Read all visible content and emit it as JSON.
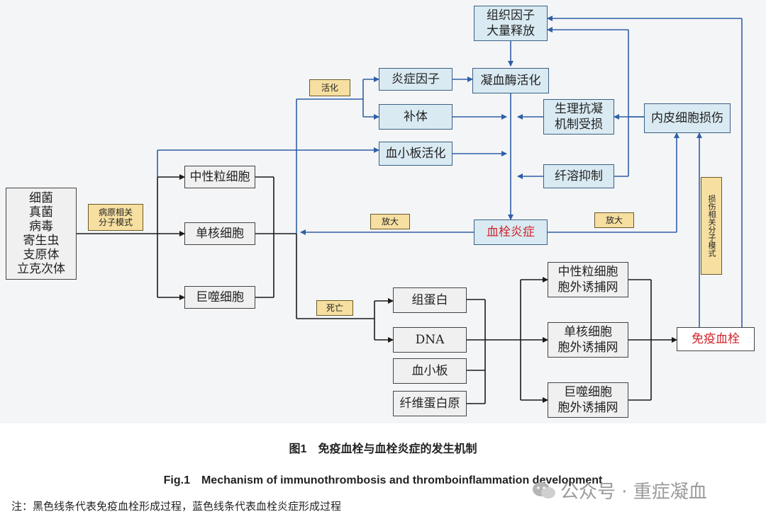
{
  "nodes": {
    "pathogens": "细菌\n真菌\n病毒\n寄生虫\n支原体\n立克次体",
    "neutrophil": "中性粒细胞",
    "monocyte": "单核细胞",
    "macrophage": "巨噬细胞",
    "tissue_factor": "组织因子\n大量释放",
    "inflammatory_factors": "炎症因子",
    "coagulase_activation": "凝血酶活化",
    "complement": "补体",
    "anticoag_damaged": "生理抗凝\n机制受损",
    "endothelial_damage": "内皮细胞损伤",
    "platelet_activation": "血小板活化",
    "fibrinolysis_inhibition": "纤溶抑制",
    "thromboinflammation": "血栓炎症",
    "histone": "组蛋白",
    "dna": "DNA",
    "platelet": "血小板",
    "fibrinogen": "纤维蛋白原",
    "net_neutrophil": "中性粒细胞\n胞外诱捕网",
    "net_monocyte": "单核细胞\n胞外诱捕网",
    "net_macrophage": "巨噬细胞\n胞外诱捕网",
    "immunothrombosis": "免疫血栓"
  },
  "tags": {
    "pamp": "病原相关\n分子模式",
    "activation": "活化",
    "amplify_left": "放大",
    "amplify_right": "放大",
    "death": "死亡",
    "damp": "损伤相关分子模式"
  },
  "caption": {
    "title_cn": "图1　免疫血栓与血栓炎症的发生机制",
    "title_en": "Fig.1　Mechanism of immunothrombosis and thromboinflammation development",
    "note": "注：黑色线条代表免疫血栓形成过程，蓝色线条代表血栓炎症形成过程"
  },
  "watermark": {
    "text": "公众号 · 重症凝血"
  },
  "colors": {
    "black_line": "#1a1a1a",
    "blue_line": "#2f5fa8",
    "red_text": "#d0242b",
    "blue_box": "#d9eaf2",
    "tag_fill": "#f6dfa0"
  }
}
